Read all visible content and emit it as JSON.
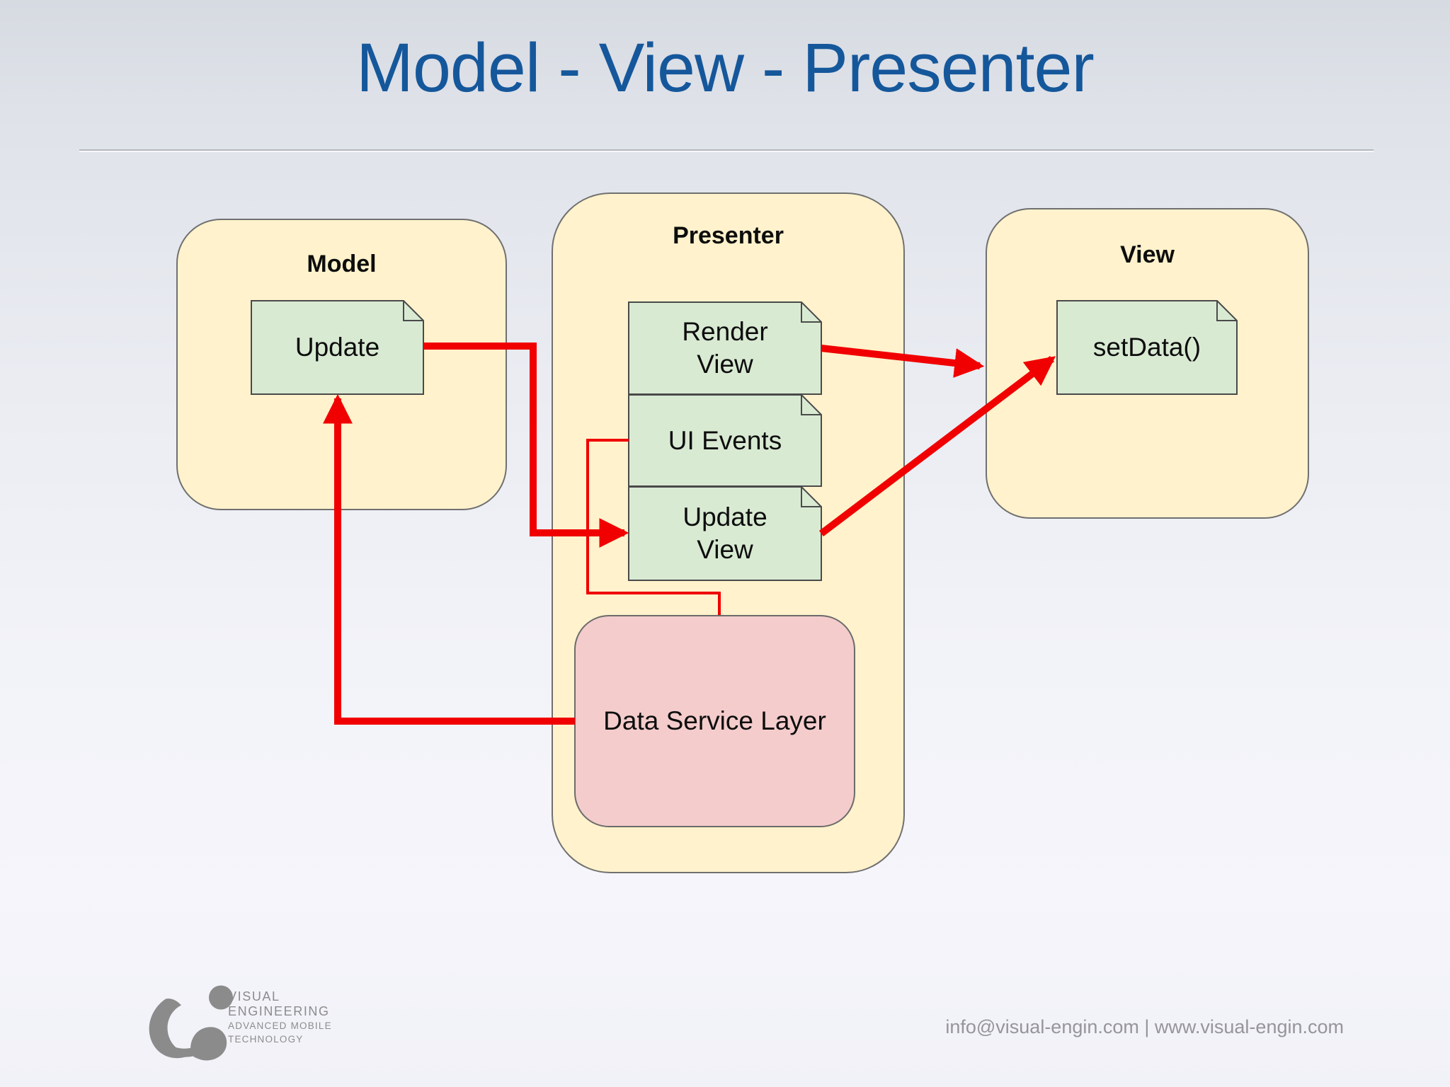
{
  "slide": {
    "title": "Model - View - Presenter",
    "colors": {
      "title_blue": "#15579b",
      "container_yellow": "#FFF2CC",
      "box_green": "#D9EAD3",
      "service_pink": "#F4CCCC",
      "connector_red": "#F00000",
      "border_gray": "#666666"
    }
  },
  "diagram": {
    "model": {
      "title": "Model",
      "boxes": {
        "update": {
          "label": "Update"
        }
      }
    },
    "presenter": {
      "title": "Presenter",
      "boxes": {
        "render_view": {
          "line1": "Render",
          "line2": "View"
        },
        "ui_events": {
          "label": "UI Events"
        },
        "update_view": {
          "line1": "Update",
          "line2": "View"
        }
      },
      "data_service": {
        "label": "Data Service Layer"
      }
    },
    "view": {
      "title": "View",
      "boxes": {
        "set_data": {
          "label": "setData()"
        }
      }
    }
  },
  "footer": {
    "logo": {
      "line1": "VISUAL",
      "line2": "ENGINEERING",
      "line3": "ADVANCED MOBILE",
      "line4": "TECHNOLOGY"
    },
    "contact": "info@visual-engin.com | www.visual-engin.com"
  }
}
